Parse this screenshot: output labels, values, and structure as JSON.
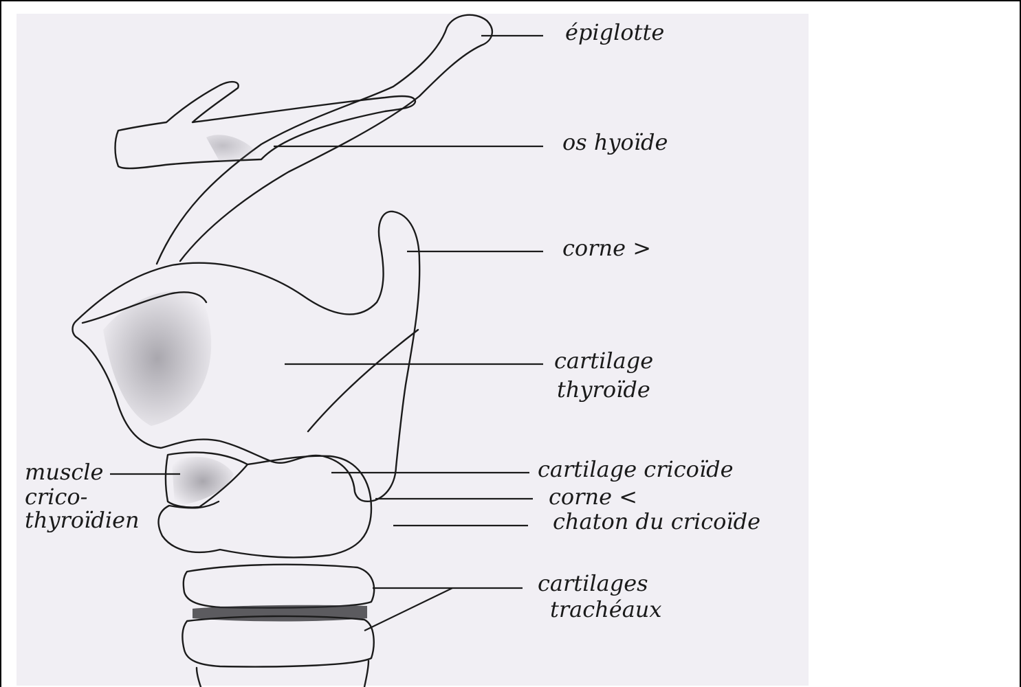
{
  "diagram": {
    "labels": {
      "epiglotte": "épiglotte",
      "os_hyoide": "os hyoïde",
      "corne_sup": "corne >",
      "thyroide_1": "cartilage",
      "thyroide_2": "thyroïde",
      "cricoide": "cartilage cricoïde",
      "corne_inf": "corne <",
      "chaton": "chaton du cricoïde",
      "tracheaux_1": "cartilages",
      "tracheaux_2": "trachéaux",
      "muscle_1": "muscle",
      "muscle_2": "crico-",
      "muscle_3": "thyroïdien"
    }
  }
}
